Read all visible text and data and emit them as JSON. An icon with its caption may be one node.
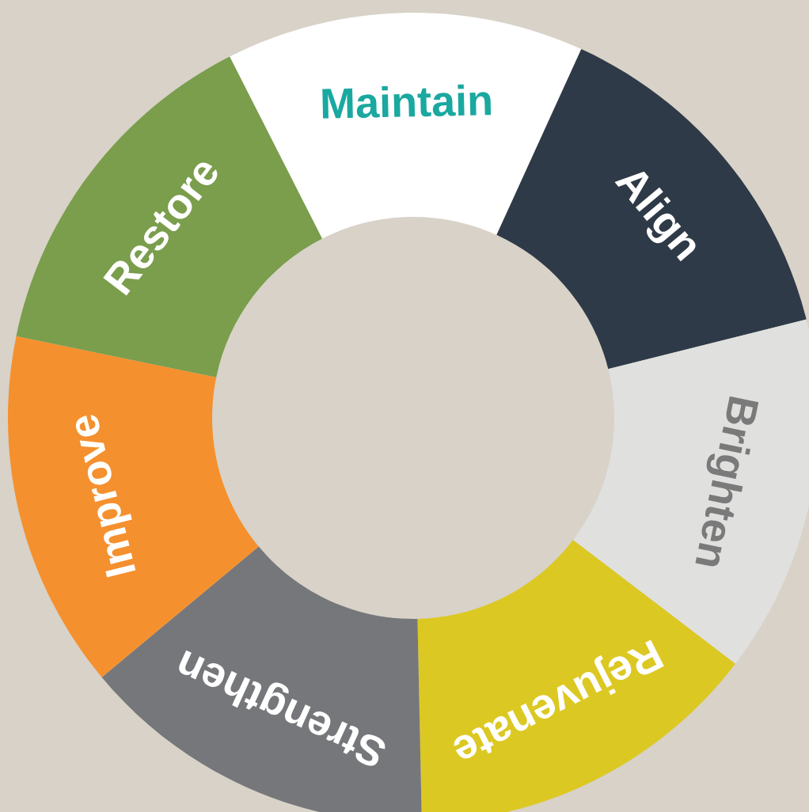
{
  "diagram": {
    "nodes": [
      {
        "text": [
          "Maintain"
        ]
      },
      {
        "text": [
          "Align"
        ]
      },
      {
        "text": [
          "Brighten"
        ]
      },
      {
        "text": [
          "Rejuvenate"
        ]
      },
      {
        "text": [
          "Strengthen"
        ]
      },
      {
        "text": [
          "Improve"
        ]
      },
      {
        "text": [
          "Restore"
        ]
      }
    ]
  }
}
